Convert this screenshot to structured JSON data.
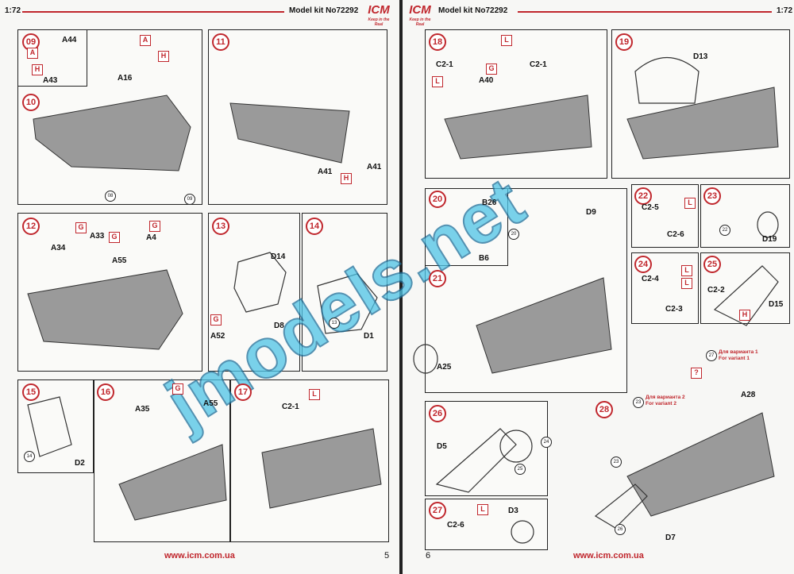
{
  "header": {
    "scale_left": "1:72",
    "kit_left": "Model kit No72292",
    "scale_right": "1:72",
    "kit_right": "Model kit No72292",
    "logo": "ICM",
    "logo_tagline": "Keep in the Real"
  },
  "footer": {
    "url_left": "www.icm.com.ua",
    "url_right": "www.icm.com.ua",
    "page_left": "5",
    "page_right": "6"
  },
  "watermark": "jmodels.net",
  "steps": [
    "09",
    "10",
    "11",
    "12",
    "13",
    "14",
    "15",
    "16",
    "17",
    "18",
    "19",
    "20",
    "21",
    "22",
    "23",
    "24",
    "25",
    "26",
    "27",
    "28"
  ],
  "parts": [
    "A44",
    "A43",
    "A16",
    "A41",
    "A41",
    "A34",
    "A33",
    "A55",
    "A4",
    "D14",
    "D8",
    "A52",
    "D1",
    "A35",
    "A55",
    "D2",
    "C2-1",
    "C2-1",
    "C2-1",
    "A40",
    "D13",
    "B26",
    "B6",
    "D9",
    "A25",
    "C2-5",
    "C2-6",
    "D19",
    "C2-4",
    "C2-3",
    "C2-2",
    "D15",
    "D5",
    "D3",
    "C2-6",
    "A28",
    "D7"
  ],
  "red_boxes": [
    "A",
    "H",
    "A",
    "H",
    "H",
    "G",
    "G",
    "G",
    "G",
    "G",
    "L",
    "L",
    "G",
    "L",
    "L",
    "L",
    "L",
    "H",
    "L",
    "?"
  ],
  "sub_refs": [
    "08",
    "09",
    "13",
    "14",
    "20",
    "22",
    "23",
    "24",
    "25",
    "26",
    "27",
    "23"
  ],
  "notes": {
    "variant1_ru": "Для варианта 1",
    "variant1_en": "For variant 1",
    "variant2_ru": "Для варианта 2",
    "variant2_en": "For variant 2"
  }
}
